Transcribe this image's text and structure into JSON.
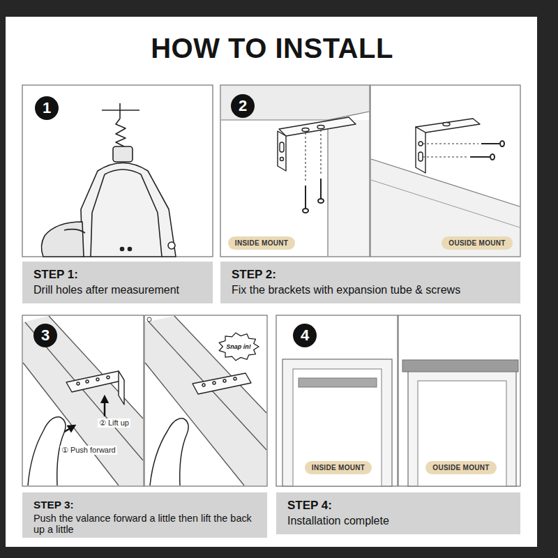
{
  "diagram": {
    "title": "HOW TO INSTALL",
    "nodes": [
      {
        "text": [
          "1"
        ]
      },
      {
        "text": [
          "2"
        ]
      },
      {
        "text": [
          "INSIDE MOUNT"
        ]
      },
      {
        "text": [
          "OUSIDE MOUNT"
        ]
      },
      {
        "text": [
          "STEP 1:",
          "Drill holes after measurement"
        ]
      },
      {
        "text": [
          "STEP 2:",
          "Fix the brackets with expansion tube & screws"
        ]
      },
      {
        "text": [
          "3"
        ]
      },
      {
        "text": [
          "Snap in!"
        ]
      },
      {
        "text": [
          "4"
        ]
      },
      {
        "text": [
          "INSIDE MOUNT"
        ]
      },
      {
        "text": [
          "OUSIDE MOUNT"
        ]
      },
      {
        "text": [
          "STEP 3:",
          "Push the valance forward a little then lift the back up a little"
        ]
      },
      {
        "text": [
          "STEP 4:",
          "Installation complete"
        ]
      }
    ],
    "labels": [
      "② Lift up",
      "① Push forward"
    ]
  }
}
